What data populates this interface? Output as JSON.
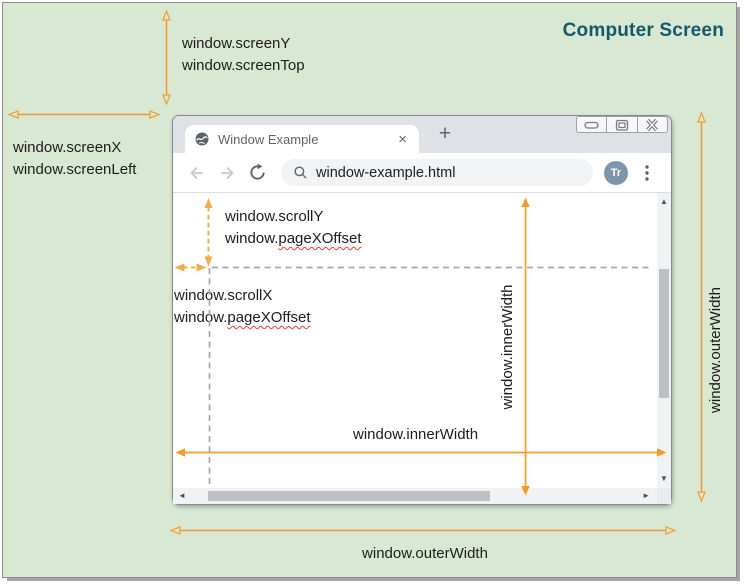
{
  "screen": {
    "title": "Computer Screen"
  },
  "labels": {
    "screen_y": {
      "line1": "window.screenY",
      "line2": "window.screenTop"
    },
    "screen_x": {
      "line1": "window.screenX",
      "line2": "window.screenLeft"
    },
    "scroll_y": {
      "line1": "window.scrollY",
      "prefix": "window.",
      "word": "pageXOffset"
    },
    "scroll_x": {
      "line1": "window.scrollX",
      "prefix": "window.",
      "word": "pageXOffset"
    },
    "inner_width_bottom": "window.innerWidth",
    "inner_height_side": "window.innerWidth",
    "outer_width_bottom": "window.outerWidth",
    "outer_height_side": "window.outerWidth"
  },
  "browser": {
    "tab_title": "Window Example",
    "url": "window-example.html",
    "avatar": "Tr"
  },
  "icons": {
    "tab_close": "×",
    "new_tab": "+",
    "scroll_up": "▲",
    "scroll_down": "▼",
    "scroll_left": "◄",
    "scroll_right": "►"
  },
  "colors": {
    "screen_background": "#D9E8D2",
    "arrow_orange": "#F29A2E",
    "arrow_orange_dashed": "#F2AC4E",
    "title_teal": "#14596B",
    "chrome_icon_gray": "#5F6368",
    "spellcheck_red": "#E5412E",
    "dashed_guide_gray": "#A6A6A6"
  }
}
